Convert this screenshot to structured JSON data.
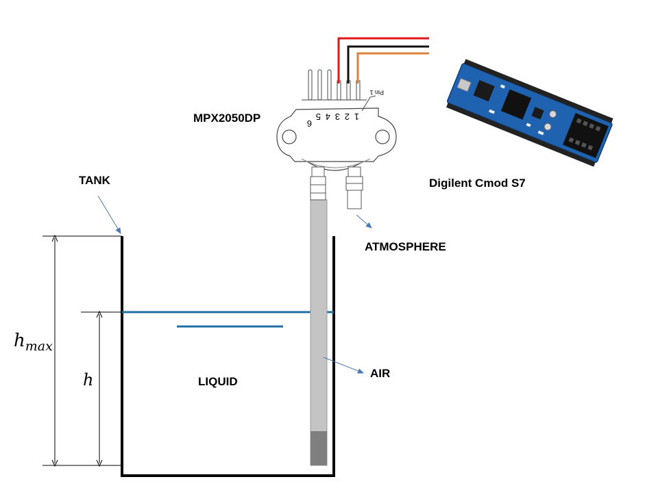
{
  "labels": {
    "tank": "TANK",
    "sensor": "MPX2050DP",
    "board": "Digilent Cmod S7",
    "atmosphere": "ATMOSPHERE",
    "liquid": "LIQUID",
    "air": "AIR",
    "h_max_base": "h",
    "h_max_sub": "max",
    "h": "h"
  },
  "sensor_pins": {
    "numbers": [
      "1",
      "2",
      "3",
      "4",
      "5",
      "6"
    ],
    "pin1_label": "Pin 1"
  },
  "colors": {
    "wire_red": "#e8141b",
    "wire_black": "#111111",
    "wire_orange": "#e0813a",
    "liquid_line": "#1f6fa3",
    "arrow": "#4a78b5",
    "tube": "#c4c4c4",
    "tube_bottom": "#7f7f7f",
    "board_blue": "#1e62b0"
  }
}
